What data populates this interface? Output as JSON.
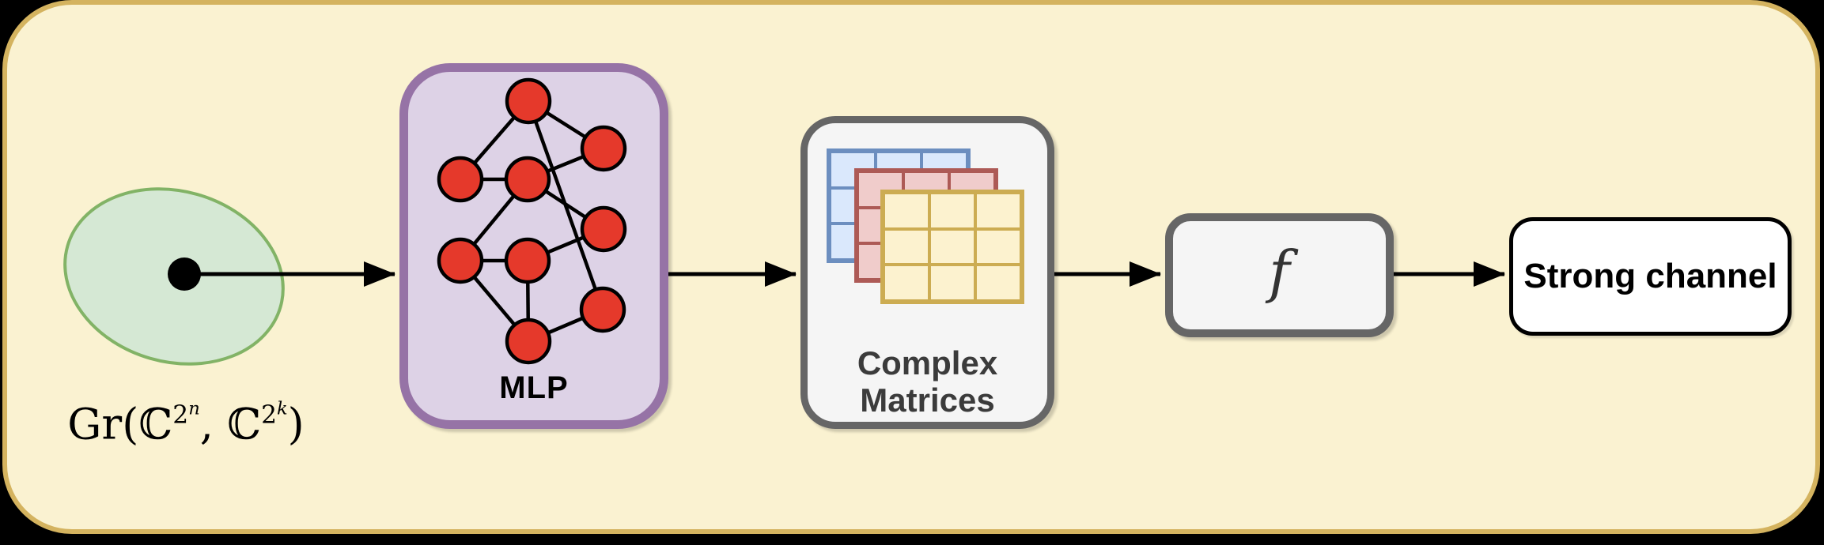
{
  "canvas": {
    "background_color": "#faf2d1",
    "border_color": "#d4b35f",
    "outside_color": "#000000"
  },
  "grassmannian": {
    "label_plain": "Gr(ℂ^2^n, ℂ^2^k)",
    "label": {
      "prefix": "Gr(",
      "set1": "ℂ",
      "exp1_base": "2",
      "exp1_power": "n",
      "separator": ", ",
      "set2": "ℂ",
      "exp2_base": "2",
      "exp2_power": "k",
      "suffix": ")"
    },
    "ellipse_fill": "#d5e8d4",
    "ellipse_stroke": "#82b366",
    "point_color": "#000000"
  },
  "mlp": {
    "label": "MLP",
    "box_fill": "#ddd2e6",
    "box_stroke": "#9673a6",
    "node_fill": "#e5392b",
    "node_stroke": "#000000",
    "node_count": 9,
    "edge_count": 12
  },
  "complex_matrices": {
    "label_line1": "Complex",
    "label_line2": "Matrices",
    "box_fill": "#f5f5f5",
    "box_stroke": "#666666",
    "grid_rows": 3,
    "grid_cols": 3,
    "grids": [
      {
        "name": "blue-matrix",
        "fill": "#dae8fc",
        "stroke": "#6c8ebf"
      },
      {
        "name": "red-matrix",
        "fill": "#f0cccb",
        "stroke": "#ad5a56"
      },
      {
        "name": "yellow-matrix",
        "fill": "#fcf2cf",
        "stroke": "#ccac52"
      }
    ]
  },
  "function_box": {
    "label": "f",
    "box_fill": "#f5f5f5",
    "box_stroke": "#666666"
  },
  "output_box": {
    "label": "Strong channel",
    "box_fill": "#ffffff",
    "box_stroke": "#000000"
  },
  "arrows": {
    "color": "#000000",
    "count": 4
  }
}
